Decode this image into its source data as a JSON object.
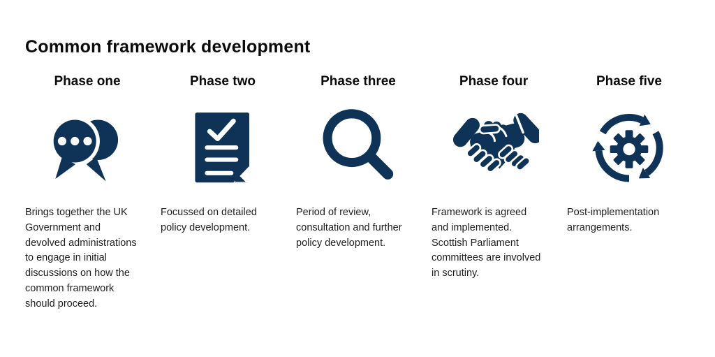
{
  "title": "Common framework development",
  "accent_color": "#0f3356",
  "text_color": "#1e1e1e",
  "phases": [
    {
      "label": "Phase one",
      "icon": "chat-bubbles-icon",
      "description": "Brings together the UK\nGovernment and\ndevolved administrations\nto engage in initial\ndiscussions on how the\ncommon framework\nshould proceed."
    },
    {
      "label": "Phase two",
      "icon": "document-check-icon",
      "description": "Focussed on detailed\npolicy development."
    },
    {
      "label": "Phase three",
      "icon": "magnifier-icon",
      "description": "Period of review,\nconsultation and further\npolicy development."
    },
    {
      "label": "Phase four",
      "icon": "handshake-icon",
      "description": "Framework is agreed\nand implemented.\nScottish Parliament\ncommittees are involved\nin scrutiny."
    },
    {
      "label": "Phase five",
      "icon": "process-cycle-icon",
      "description": "Post-implementation\narrangements."
    }
  ]
}
